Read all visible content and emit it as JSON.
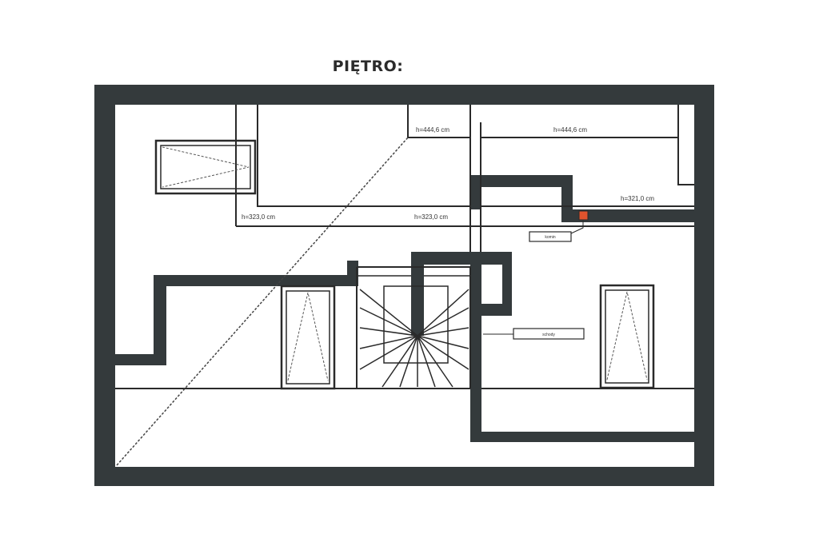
{
  "title": "PIĘTRO:",
  "heights": {
    "h1": "h=444,6 cm",
    "h2": "h=444,6 cm",
    "h3": "h=321,0 cm",
    "h4": "h=323,0 cm",
    "h5": "h=323,0 cm"
  },
  "tags": {
    "chimney": "komin",
    "stairs": "schody"
  },
  "colors": {
    "wall": "#343a3c",
    "line": "#2a2a2a",
    "marker": "#e0532d"
  }
}
